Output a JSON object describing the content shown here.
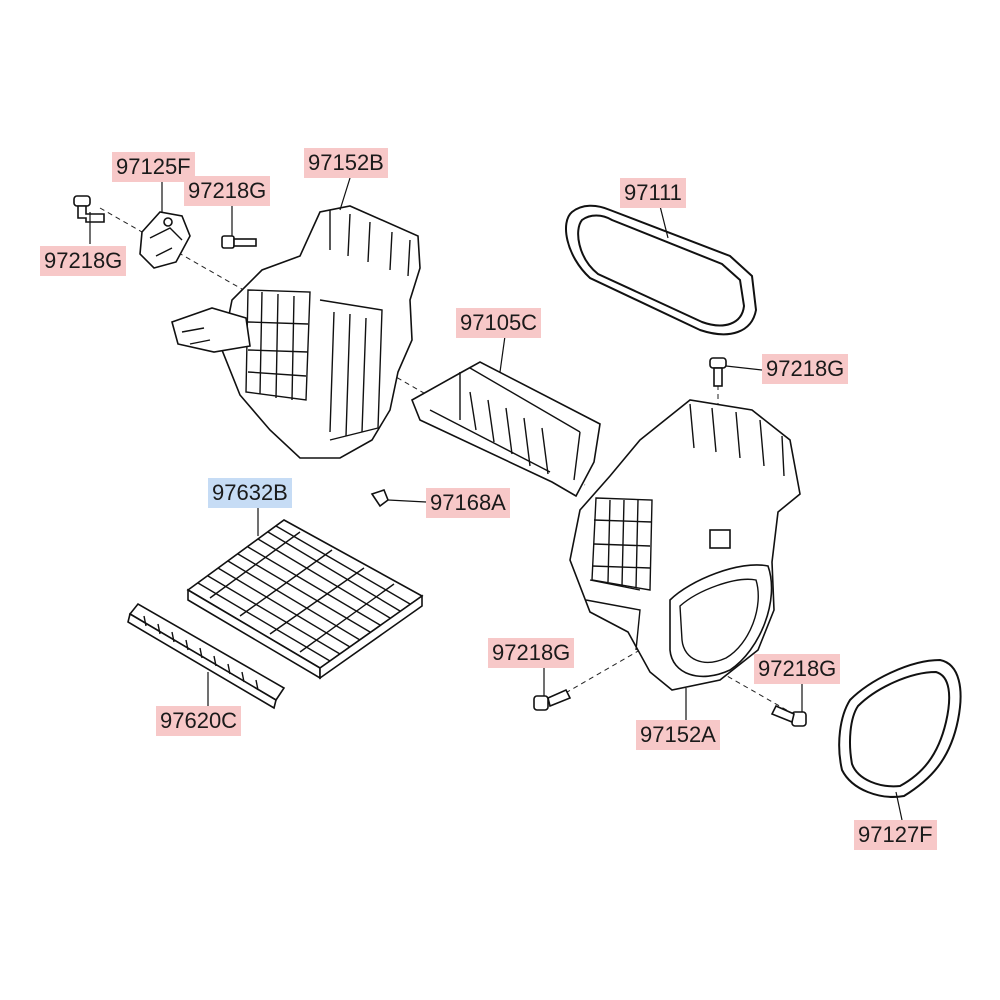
{
  "labels": [
    {
      "id": "97125F",
      "text": "97125F",
      "highlight": "red"
    },
    {
      "id": "97218G_a",
      "text": "97218G",
      "highlight": "red"
    },
    {
      "id": "97218G_b",
      "text": "97218G",
      "highlight": "red"
    },
    {
      "id": "97152B",
      "text": "97152B",
      "highlight": "red"
    },
    {
      "id": "97111",
      "text": "97111",
      "highlight": "red"
    },
    {
      "id": "97105C",
      "text": "97105C",
      "highlight": "red"
    },
    {
      "id": "97218G_c",
      "text": "97218G",
      "highlight": "red"
    },
    {
      "id": "97632B",
      "text": "97632B",
      "highlight": "blue"
    },
    {
      "id": "97168A",
      "text": "97168A",
      "highlight": "red"
    },
    {
      "id": "97218G_d",
      "text": "97218G",
      "highlight": "red"
    },
    {
      "id": "97218G_e",
      "text": "97218G",
      "highlight": "red"
    },
    {
      "id": "97620C",
      "text": "97620C",
      "highlight": "red"
    },
    {
      "id": "97152A",
      "text": "97152A",
      "highlight": "red"
    },
    {
      "id": "97127F",
      "text": "97127F",
      "highlight": "red"
    }
  ],
  "colors": {
    "label_red": "#f7c8c8",
    "label_blue": "#c6dcf5",
    "line": "#111111"
  }
}
